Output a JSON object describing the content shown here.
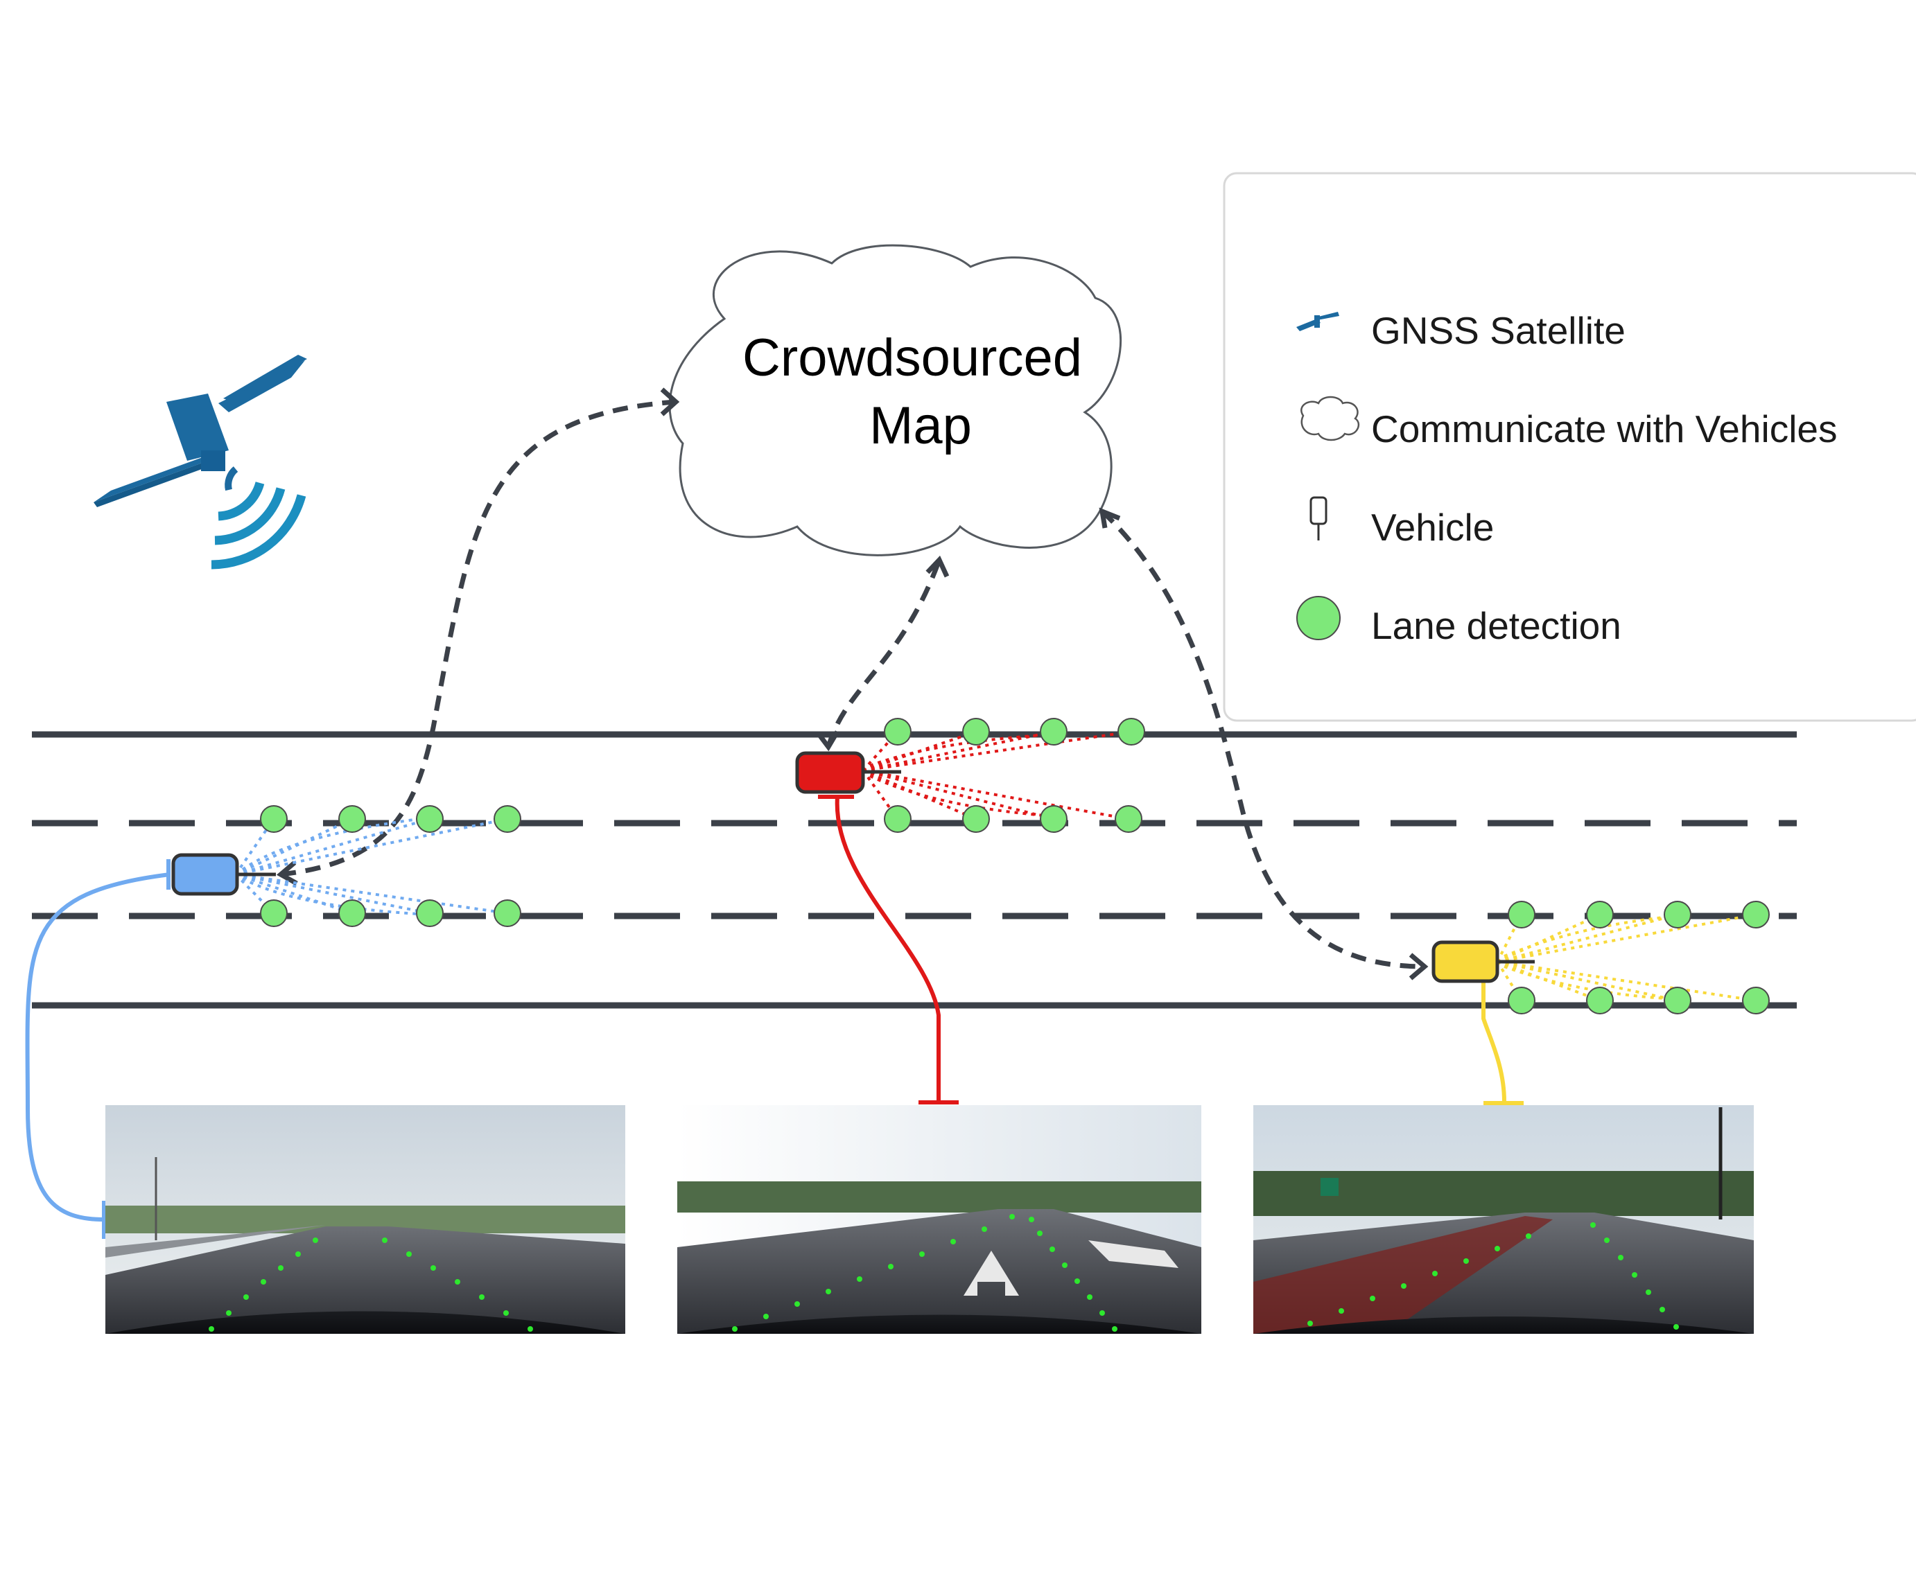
{
  "cloud": {
    "line1": "Crowdsourced",
    "line2": "Map"
  },
  "legend": {
    "items": [
      {
        "icon": "satellite-icon",
        "label": "GNSS Satellite"
      },
      {
        "icon": "cloud-icon",
        "label": "Communicate with Vehicles"
      },
      {
        "icon": "vehicle-icon",
        "label": "Vehicle"
      },
      {
        "icon": "lane-point-icon",
        "label": "Lane detection"
      }
    ]
  },
  "colors": {
    "road_line": "#3b4048",
    "link_arrow": "#3b4048",
    "lane_point": "#7ee87a",
    "satellite": "#1c6aa0",
    "vehicles": [
      "#70aaf0",
      "#e01818",
      "#f8d93a"
    ]
  },
  "vehicles": [
    {
      "name": "blue",
      "color": "#70aaf0"
    },
    {
      "name": "red",
      "color": "#e01818"
    },
    {
      "name": "yellow",
      "color": "#f8d93a"
    }
  ],
  "camera_views": [
    {
      "name": "blue-camera-view"
    },
    {
      "name": "red-camera-view"
    },
    {
      "name": "yellow-camera-view"
    }
  ]
}
